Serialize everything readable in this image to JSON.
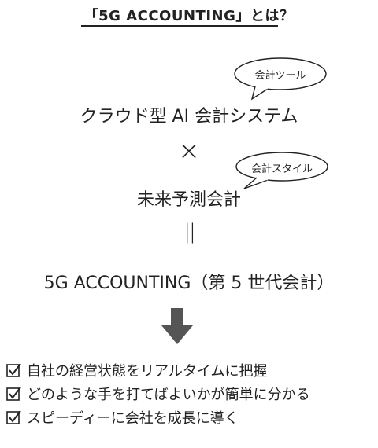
{
  "title": "「5G ACCOUNTING」とは？",
  "line1": "クラウド型 AI 会計システム",
  "bubble1": "会計ツール",
  "times_symbol": "×",
  "line2": "未来予測会計",
  "bubble2": "会計スタイル",
  "equals_symbol": "||",
  "line3": "5G ACCOUNTING（第 5 世代会計）",
  "checklist": [
    "自社の経営状態をリアルタイムに把握",
    "どのような手を打てばよいかが簡単に分かる",
    "スピーディーに会社を成長に導く"
  ]
}
